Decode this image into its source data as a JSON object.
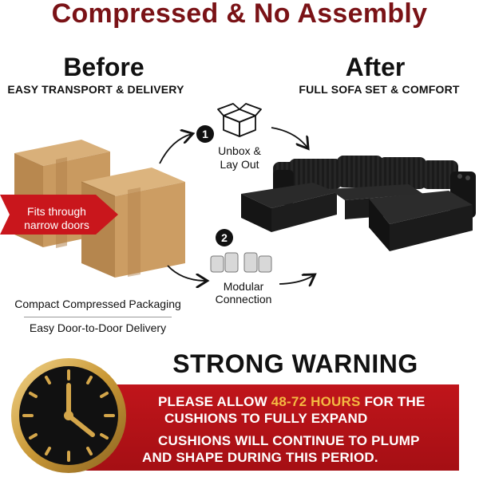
{
  "headline": "Compressed & No Assembly",
  "before": {
    "title": "Before",
    "subtitle": "EASY TRANSPORT & DELIVERY",
    "ribbon_line1": "Fits through",
    "ribbon_line2": "narrow doors",
    "caption1": "Compact Compressed Packaging",
    "caption2": "Easy Door-to-Door Delivery"
  },
  "after": {
    "title": "After",
    "subtitle": "FULL SOFA SET & COMFORT"
  },
  "steps": [
    {
      "number": "1",
      "line1": "Unbox &",
      "line2": "Lay Out",
      "icon": "open-box-icon"
    },
    {
      "number": "2",
      "line1": "Modular",
      "line2": "Connection",
      "icon": "modular-sofa-icon"
    }
  ],
  "warning": {
    "title": "STRONG WARNING",
    "line1_pre": "PLEASE ALLOW ",
    "line1_highlight": "48-72 HOURS",
    "line1_post": " FOR THE",
    "line2": "CUSHIONS TO FULLY EXPAND",
    "line3": "CUSHIONS WILL CONTINUE TO PLUMP",
    "line4": "AND SHAPE DURING THIS PERIOD.",
    "icon": "clock-icon"
  },
  "colors": {
    "headline": "#7a1216",
    "banner": "#c0151b",
    "highlight": "#f4b942",
    "clock_ring": "#d4a64a"
  }
}
